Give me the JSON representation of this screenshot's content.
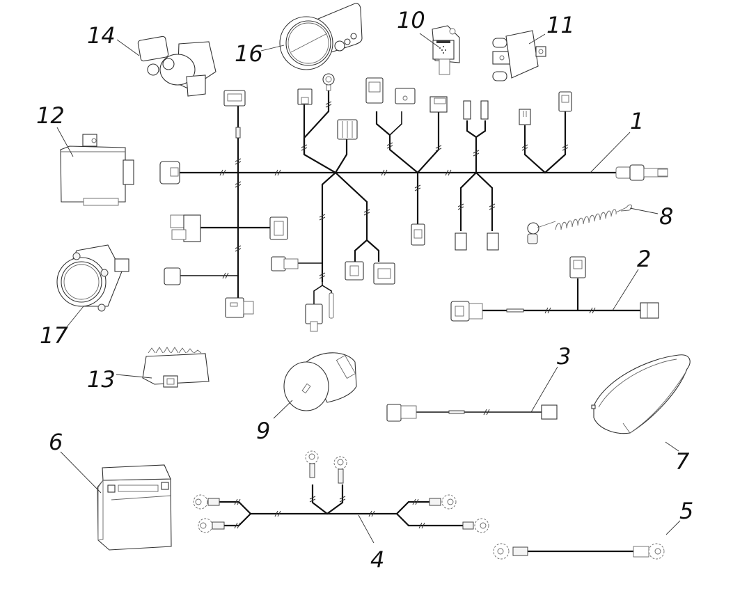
{
  "diagram": {
    "type": "exploded-parts-diagram",
    "subject": "electrical wiring harness and components",
    "callouts": [
      {
        "id": "1",
        "label": "1",
        "part": "main-wiring-harness"
      },
      {
        "id": "2",
        "label": "2",
        "part": "auxiliary-harness"
      },
      {
        "id": "3",
        "label": "3",
        "part": "extension-cable"
      },
      {
        "id": "4",
        "label": "4",
        "part": "battery-cable-harness"
      },
      {
        "id": "5",
        "label": "5",
        "part": "ground-cable"
      },
      {
        "id": "6",
        "label": "6",
        "part": "battery"
      },
      {
        "id": "7",
        "label": "7",
        "part": "tail-light"
      },
      {
        "id": "8",
        "label": "8",
        "part": "safety-lanyard-switch"
      },
      {
        "id": "9",
        "label": "9",
        "part": "power-socket"
      },
      {
        "id": "10",
        "label": "10",
        "part": "relay-module"
      },
      {
        "id": "11",
        "label": "11",
        "part": "ignition-coil"
      },
      {
        "id": "12",
        "label": "12",
        "part": "control-unit"
      },
      {
        "id": "13",
        "label": "13",
        "part": "voltage-regulator"
      },
      {
        "id": "14",
        "label": "14",
        "part": "ignition-switch"
      },
      {
        "id": "16",
        "label": "16",
        "part": "instrument-cluster"
      },
      {
        "id": "17",
        "label": "17",
        "part": "headlight"
      }
    ]
  }
}
